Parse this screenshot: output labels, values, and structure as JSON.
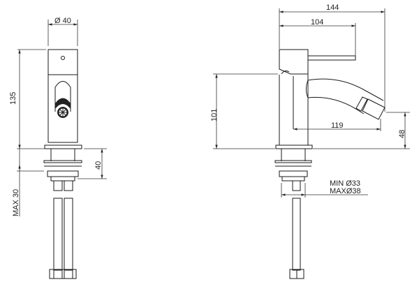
{
  "drawing": {
    "title": "Bidet mixer technical drawing",
    "front_view": {
      "dimensions": {
        "width": "Ø 40",
        "body_height": "135",
        "thread_length": "40",
        "max_deck": "MAX 30"
      }
    },
    "side_view": {
      "dimensions": {
        "overall_depth": "144",
        "lever_length": "104",
        "spout_height": "101",
        "spout_reach": "119",
        "outlet_height": "48",
        "hole_min": "MIN Ø33",
        "hole_max": "MAXØ38"
      }
    }
  }
}
